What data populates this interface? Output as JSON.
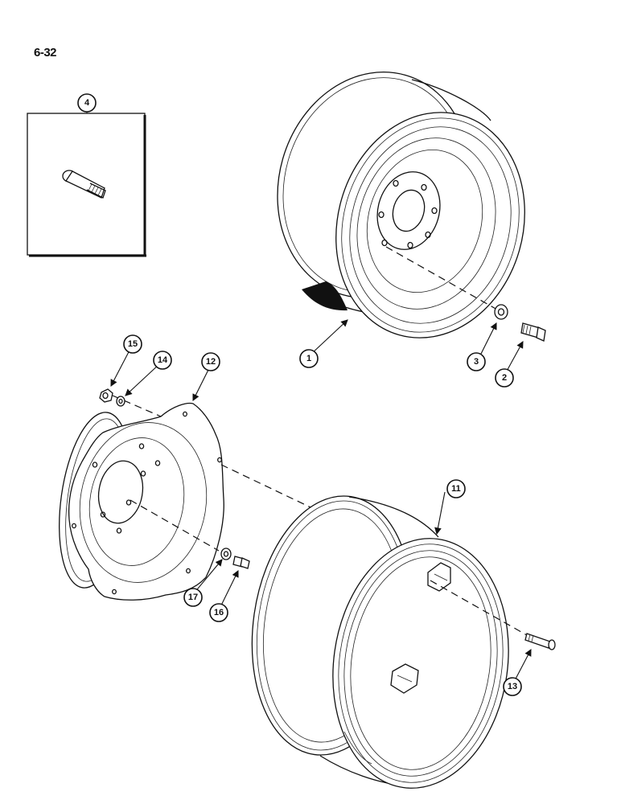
{
  "page_number": "6-32",
  "callouts": {
    "c1": "1",
    "c2": "2",
    "c3": "3",
    "c4": "4",
    "c11": "11",
    "c12": "12",
    "c13": "13",
    "c14": "14",
    "c15": "15",
    "c16": "16",
    "c17": "17"
  }
}
